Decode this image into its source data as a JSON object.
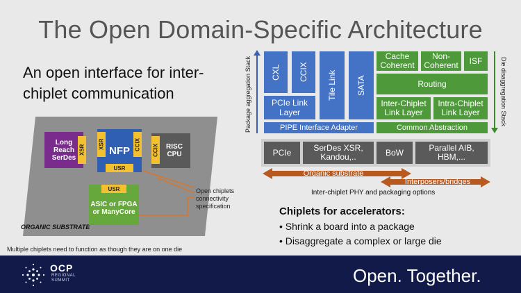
{
  "title": "The Open Domain-Specific Architecture",
  "subtitle": "An open interface for inter-chiplet communication",
  "left_diagram": {
    "substrate_label": "ORGANIC SUBSTRATE",
    "lrs": "Long Reach SerDes",
    "lrs_port": "XSR",
    "nfp": "NFP",
    "nfp_xsr": "XSR",
    "nfp_ccix": "CCIX",
    "nfp_usr": "USR",
    "risc_port": "CCIX",
    "risc": "RISC CPU",
    "asic_port": "USR",
    "asic": "ASIC or FPGA or ManyCore",
    "callout": "Open chiplets connectivity specification",
    "footnote": "Multiple chiplets need to function as though they are on one die"
  },
  "stack": {
    "left_axis": "Package aggregation Stack",
    "right_axis": "Die disaggregation Stack",
    "cxl": "CXL",
    "ccix": "CCIX",
    "tile_link": "Tile Link",
    "sata": "SATA",
    "pcie_link_layer": "PCIe Link Layer",
    "pipe": "PIPE Interface Adapter",
    "cache_coherent": "Cache Coherent",
    "non_coherent": "Non-Coherent",
    "isf": "ISF",
    "routing": "Routing",
    "inter_chiplet": "Inter-Chiplet Link Layer",
    "intra_chiplet": "Intra-Chiplet Link Layer",
    "common_abstraction": "Common Abstraction",
    "pcie": "PCIe",
    "serdes": "SerDes XSR, Kandou,..",
    "bow": "BoW",
    "parallel": "Parallel AIB, HBM,...",
    "organic": "Organic substrate",
    "interposers": "Interposers/bridges",
    "phy_label": "Inter-chiplet PHY and packaging options"
  },
  "bullets": {
    "title": "Chiplets for accelerators:",
    "items": [
      "Shrink a board into a package",
      "Disaggregate a complex or large die"
    ]
  },
  "footer": {
    "brand": "OCP",
    "sub1": "REGIONAL",
    "sub2": "SUMMIT",
    "tagline": "Open. Together."
  }
}
